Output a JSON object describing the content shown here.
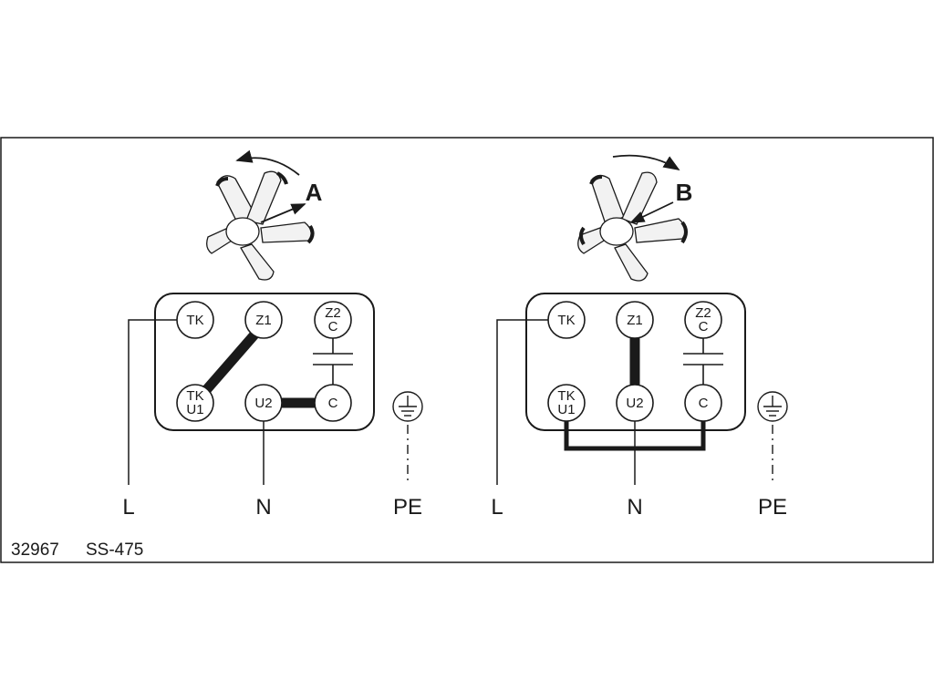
{
  "caption": {
    "code": "32967",
    "model": "SS-475"
  },
  "diagrams": [
    {
      "direction_label": "A",
      "terminals": {
        "tk": "TK",
        "z1": "Z1",
        "z2c_top": "Z2",
        "z2c_bottom": "C",
        "tku1_top": "TK",
        "tku1_bottom": "U1",
        "u2": "U2",
        "c": "C"
      },
      "lines": {
        "l": "L",
        "n": "N",
        "pe": "PE"
      }
    },
    {
      "direction_label": "B",
      "terminals": {
        "tk": "TK",
        "z1": "Z1",
        "z2c_top": "Z2",
        "z2c_bottom": "C",
        "tku1_top": "TK",
        "tku1_bottom": "U1",
        "u2": "U2",
        "c": "C"
      },
      "lines": {
        "l": "L",
        "n": "N",
        "pe": "PE"
      }
    }
  ],
  "colors": {
    "stroke": "#1a1a1a",
    "fan_fill": "#e8e8e8"
  }
}
